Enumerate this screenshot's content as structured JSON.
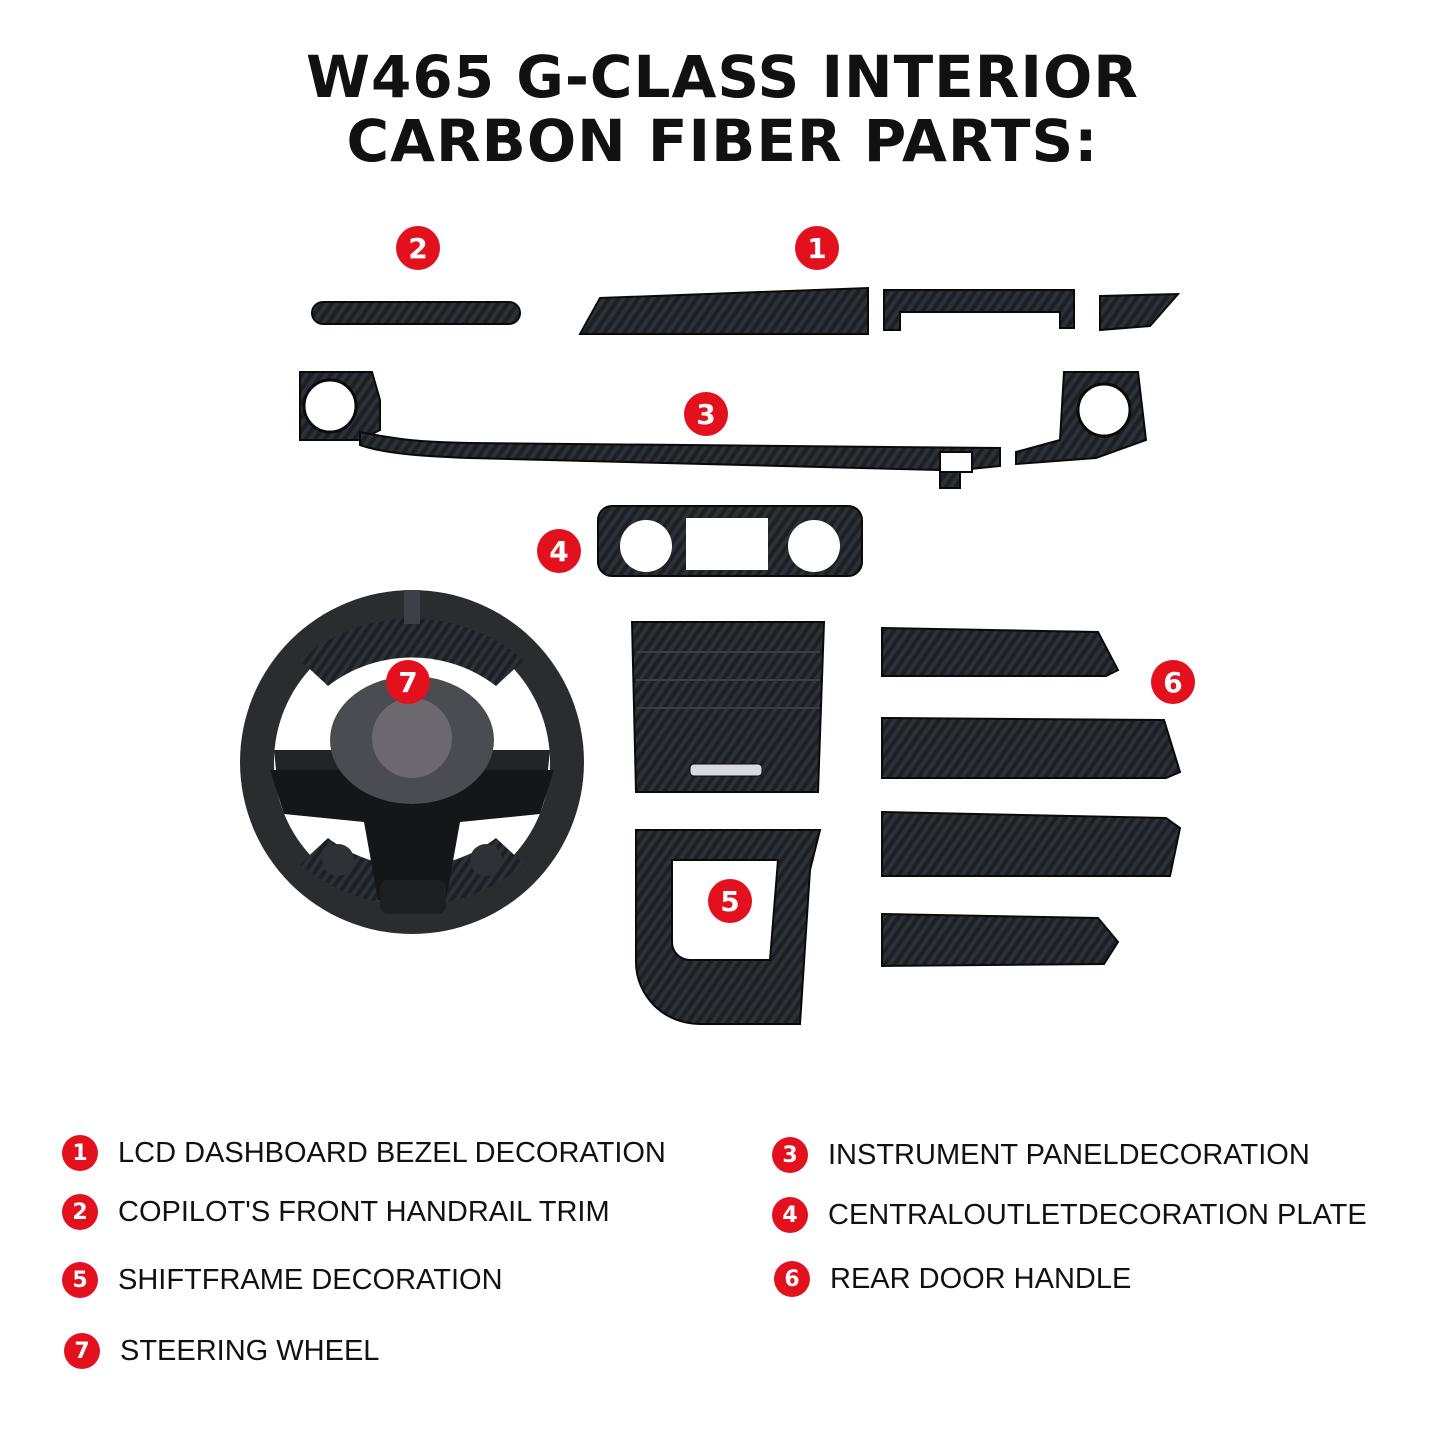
{
  "title": {
    "line1": "W465 G-CLASS INTERIOR",
    "line2": "CARBON FIBER PARTS:"
  },
  "badges": [
    "1",
    "2",
    "3",
    "4",
    "5",
    "6",
    "7"
  ],
  "legend": [
    {
      "num": "1",
      "text": "LCD DASHBOARD BEZEL DECORATION"
    },
    {
      "num": "2",
      "text": "COPILOT'S FRONT HANDRAIL TRIM"
    },
    {
      "num": "5",
      "text": "SHIFTFRAME DECORATION"
    },
    {
      "num": "7",
      "text": "STEERING WHEEL"
    },
    {
      "num": "3",
      "text": "INSTRUMENT PANELDECORATION"
    },
    {
      "num": "4",
      "text": "CENTRALOUTLETDECORATION PLATE"
    },
    {
      "num": "6",
      "text": "REAR DOOR HANDLE"
    }
  ],
  "colors": {
    "badge": "#e3101d",
    "carbon": "#1c1f24",
    "text": "#111111"
  }
}
